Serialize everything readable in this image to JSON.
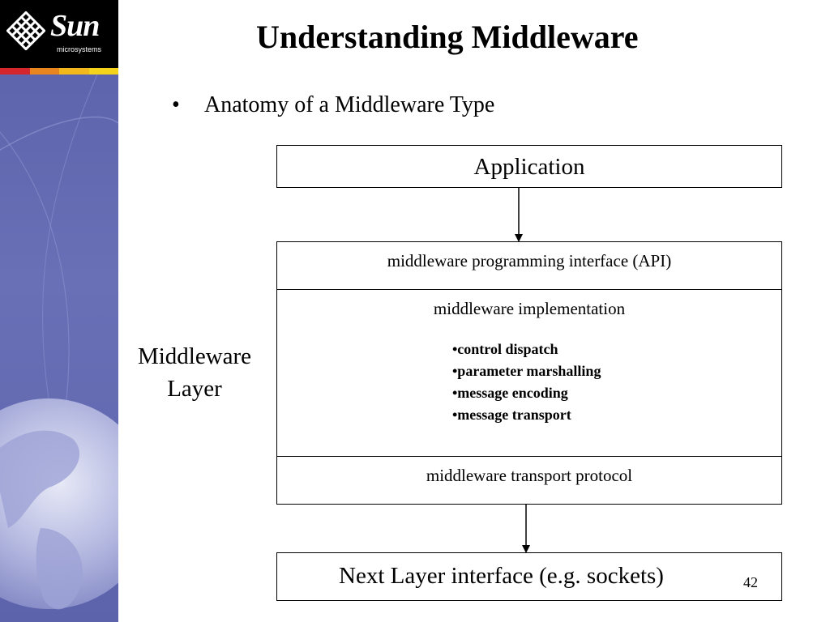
{
  "branding": {
    "logo_word": "Sun",
    "logo_subtext": "microsystems",
    "logo_mark_icon": "sun-logo-icon",
    "stripe_colors": [
      "#d4262c",
      "#e8851f",
      "#f2b71a",
      "#f4d31b"
    ],
    "sidebar_color": "#5f65ad"
  },
  "slide": {
    "title": "Understanding Middleware",
    "bullet": "Anatomy of a Middleware Type",
    "bullet_marker": "•",
    "page_number": "42"
  },
  "diagram": {
    "application": "Application",
    "api": "middleware programming interface (API)",
    "implementation": {
      "heading": "middleware implementation",
      "items": [
        "•control dispatch",
        "•parameter marshalling",
        "•message encoding",
        "•message transport"
      ]
    },
    "transport": "middleware transport protocol",
    "next_layer": "Next Layer interface (e.g. sockets)",
    "side_label": [
      "Middleware",
      "Layer"
    ]
  }
}
